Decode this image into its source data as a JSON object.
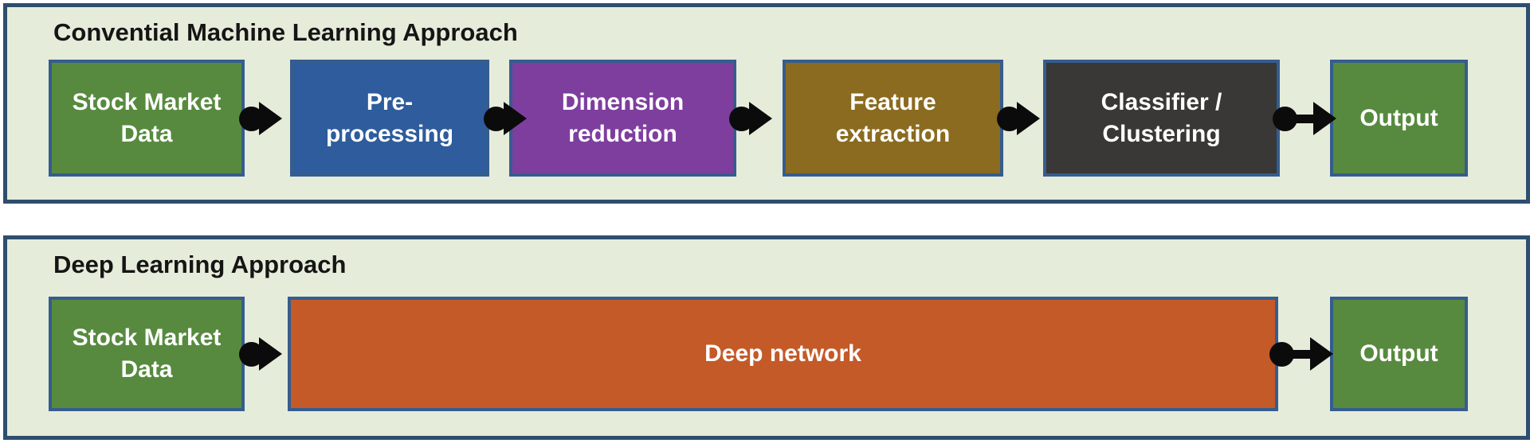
{
  "theme": {
    "page_bg": "#ffffff",
    "panel_bg": "#e6ecda",
    "panel_border": "#2e4e6e",
    "box_border": "#355d8e",
    "arrow": "#0b0b0b",
    "title": "#151515",
    "label": "#ffffff"
  },
  "diagram": {
    "panels": [
      {
        "title": "Convential Machine Learning Approach",
        "boxes": [
          {
            "name": "stock-market-data",
            "label": "Stock Market\nData",
            "color": "#578a3e"
          },
          {
            "name": "pre-processing",
            "label": "Pre-\nprocessing",
            "color": "#2e5c9c"
          },
          {
            "name": "dimension-reduction",
            "label": "Dimension\nreduction",
            "color": "#7e3e9e"
          },
          {
            "name": "feature-extraction",
            "label": "Feature\nextraction",
            "color": "#8a6b1f"
          },
          {
            "name": "classifier-clustering",
            "label": "Classifier /\nClustering",
            "color": "#3a3737"
          },
          {
            "name": "output",
            "label": "Output",
            "color": "#578a3e"
          }
        ]
      },
      {
        "title": "Deep Learning Approach",
        "boxes": [
          {
            "name": "stock-market-data",
            "label": "Stock Market\nData",
            "color": "#578a3e"
          },
          {
            "name": "deep-network",
            "label": "Deep network",
            "color": "#c45a28"
          },
          {
            "name": "output",
            "label": "Output",
            "color": "#578a3e"
          }
        ]
      }
    ]
  }
}
